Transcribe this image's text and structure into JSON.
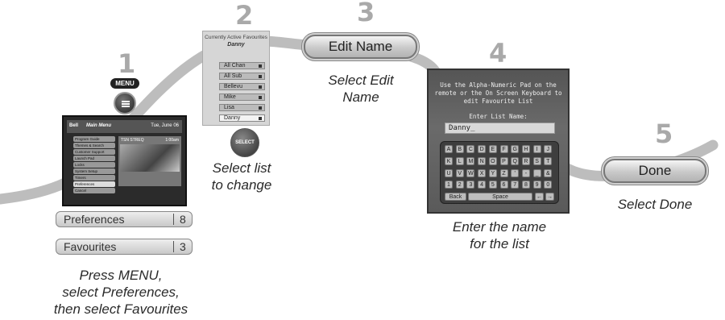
{
  "steps": [
    {
      "number": "1",
      "caption_lines": [
        "Press MENU,",
        "select Preferences,",
        "then select Favourites"
      ]
    },
    {
      "number": "2",
      "caption_lines": [
        "Select list",
        "to change"
      ]
    },
    {
      "number": "3",
      "caption_lines": [
        "Select Edit",
        "Name"
      ]
    },
    {
      "number": "4",
      "caption_lines": [
        "Enter the name",
        "for the list"
      ]
    },
    {
      "number": "5",
      "caption_lines": [
        "Select Done"
      ]
    }
  ],
  "step1": {
    "menu_label": "MENU",
    "screen": {
      "logo": "Bell",
      "title": "Main Menu",
      "date": "Tue, June 06",
      "items": [
        "Program Guide",
        "Themes & Search",
        "Customer Support",
        "Launch Pad",
        "Locks",
        "System Setup",
        "Timers",
        "Preferences",
        "Cancel"
      ],
      "selected_index": 7,
      "preview_channel": "TSN STREQ",
      "preview_time": "1:00am"
    },
    "preferences": {
      "label": "Preferences",
      "number": "8"
    },
    "favourites": {
      "label": "Favourites",
      "number": "3"
    }
  },
  "step2": {
    "header": "Currently Active Favourites",
    "active": "Danny",
    "lists": [
      "All Chan",
      "All Sub",
      "Bellevu",
      "Mike",
      "Lisa",
      "Danny"
    ],
    "select_label": "SELECT"
  },
  "step3": {
    "button": "Edit Name"
  },
  "step4": {
    "instructions": "Use the Alpha-Numeric Pad on the remote or the On Screen Keyboard to edit Favourite List",
    "list_name_label": "Enter List Name:",
    "list_name_value": "Danny_",
    "keyboard_rows": [
      [
        "A",
        "B",
        "C",
        "D",
        "E",
        "F",
        "G",
        "H",
        "I",
        "J"
      ],
      [
        "K",
        "L",
        "M",
        "N",
        "O",
        "P",
        "Q",
        "R",
        "S",
        "T"
      ],
      [
        "U",
        "V",
        "W",
        "X",
        "Y",
        "Z",
        "'",
        "-",
        "_",
        "&"
      ],
      [
        "1",
        "2",
        "3",
        "4",
        "5",
        "6",
        "7",
        "8",
        "9",
        "0"
      ]
    ],
    "back_key": "Back",
    "space_key": "Space",
    "left_arrow": "←",
    "right_arrow": "→"
  },
  "step5": {
    "button": "Done"
  }
}
